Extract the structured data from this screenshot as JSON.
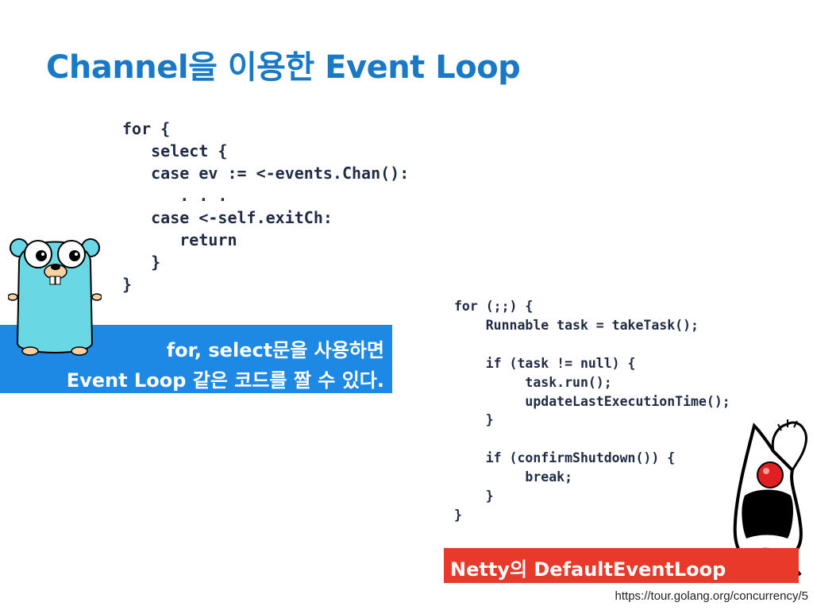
{
  "slide": {
    "title": "Channel을 이용한 Event Loop",
    "go_code_lines": [
      "for {",
      "   select {",
      "   case ev := <-events.Chan():",
      "      . . .",
      "   case <-self.exitCh:",
      "      return",
      "   }",
      "}"
    ],
    "java_code_lines": [
      "for (;;) {",
      "    Runnable task = takeTask();",
      "",
      "    if (task != null) {",
      "         task.run();",
      "         updateLastExecutionTime();",
      "    }",
      "",
      "    if (confirmShutdown()) {",
      "         break;",
      "    }",
      "}"
    ],
    "blue_banner": {
      "line1": "for, select문을 사용하면",
      "line2": "Event Loop 같은 코드를  짤 수 있다."
    },
    "red_banner": "Netty의 DefaultEventLoop",
    "source_url": "https://tour.golang.org/concurrency/5",
    "colors": {
      "title": "#1a79c6",
      "blue_banner": "#1e88e5",
      "red_banner": "#e8392b",
      "code_text": "#1f2b44"
    },
    "images": [
      "go-gopher-mascot",
      "java-duke-mascot"
    ]
  }
}
